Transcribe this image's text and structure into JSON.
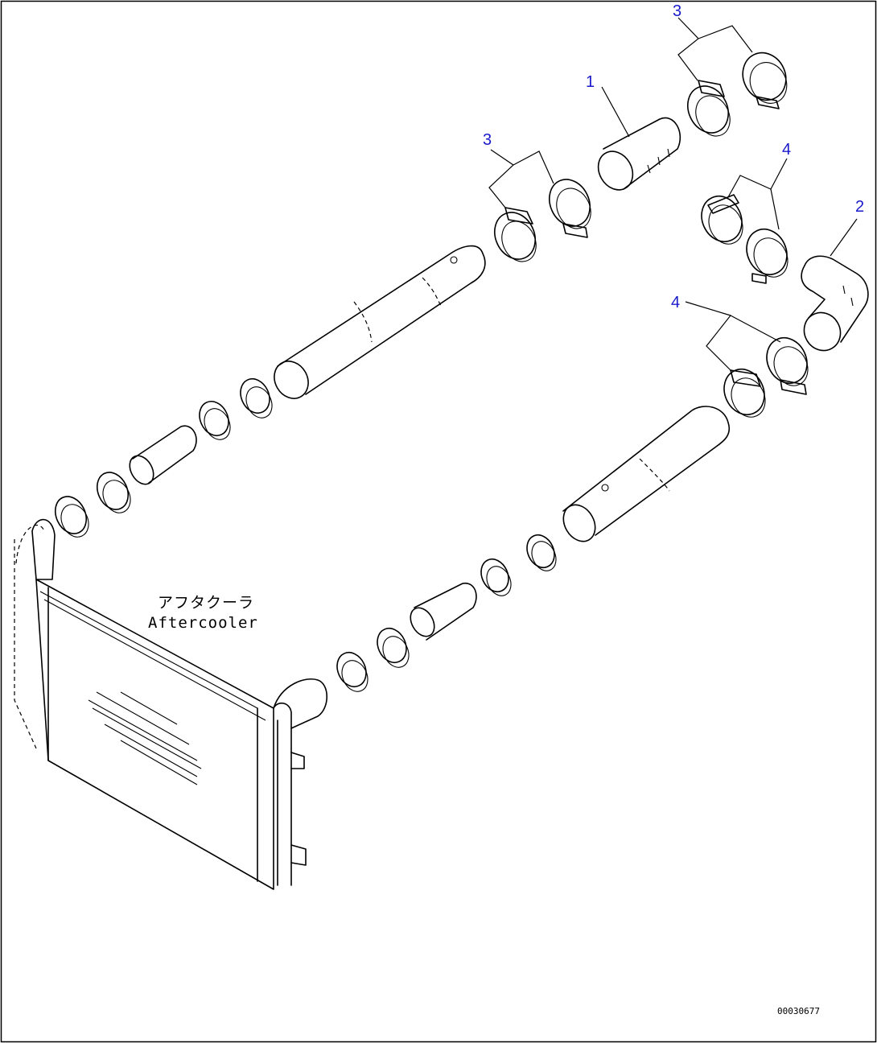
{
  "callouts": {
    "c1": "1",
    "c2": "2",
    "c3_top": "3",
    "c3_mid": "3",
    "c4_top": "4",
    "c4_low": "4"
  },
  "labels": {
    "aftercooler_jp": "アフタクーラ",
    "aftercooler_en": "Aftercooler"
  },
  "drawing_number": "00030677",
  "colors": {
    "callout": "#1a1acc",
    "line": "#000000"
  }
}
